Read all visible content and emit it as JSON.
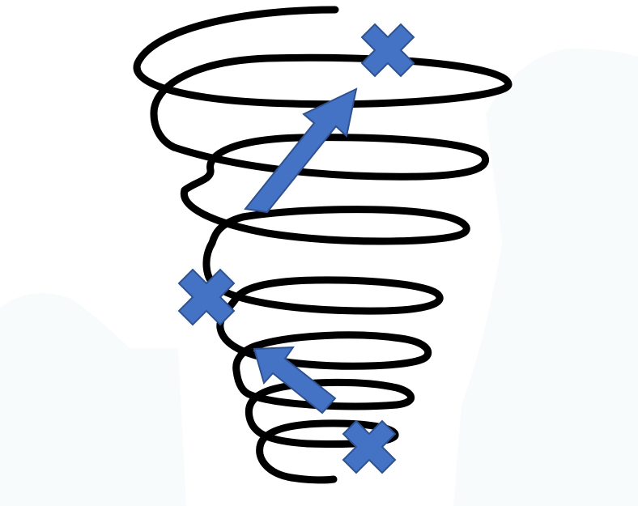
{
  "diagram": {
    "background_color": "#ffffff",
    "background_tint_color": "#f7fbfc",
    "spiral_color": "#000000",
    "marker_fill_color": "#4472c4",
    "marker_stroke_color": "#2f528f",
    "spiral_turns": 7,
    "markers": [
      {
        "type": "x-mark",
        "icon": "x-mark-icon"
      },
      {
        "type": "x-mark",
        "icon": "x-mark-icon"
      },
      {
        "type": "x-mark",
        "icon": "x-mark-icon"
      }
    ],
    "arrows": [
      {
        "direction": "up-right",
        "icon": "arrow-up-right-icon"
      },
      {
        "direction": "up-left",
        "icon": "arrow-up-left-icon"
      }
    ]
  }
}
